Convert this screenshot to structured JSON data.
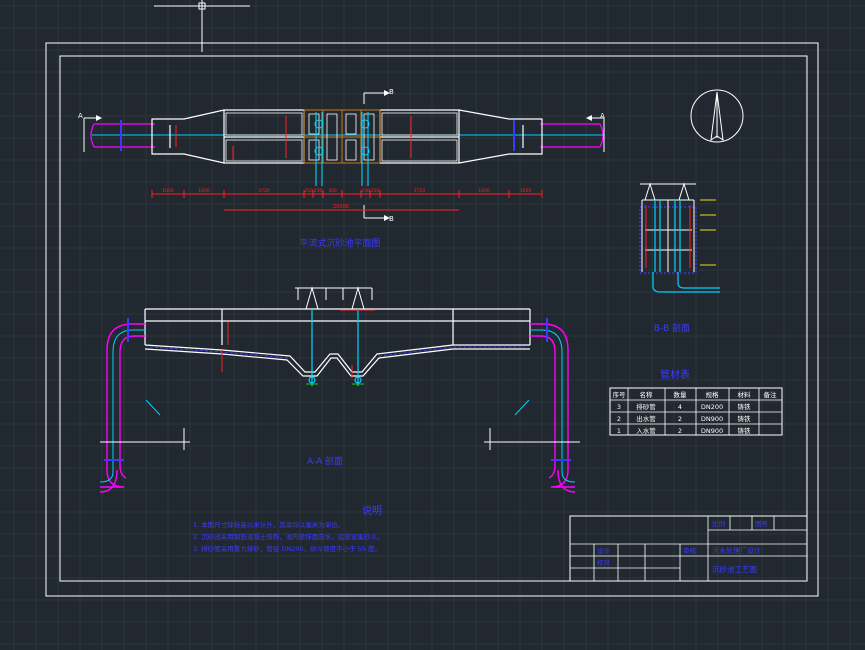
{
  "drawing": {
    "plan_title": "平流式沉砂池平面图",
    "section_aa_title": "A-A 剖面",
    "section_bb_title": "B-B 剖面",
    "section_mark_a": "A",
    "section_mark_b": "B"
  },
  "plan_dims": [
    "1000",
    "1000",
    "3720",
    "250",
    "250",
    "300",
    "250",
    "250",
    "3720",
    "1000",
    "1000"
  ],
  "plan_total": "20000",
  "bom": {
    "title": "管材表",
    "headers": [
      "序号",
      "名称",
      "数量",
      "规格",
      "材料",
      "备注"
    ],
    "rows": [
      [
        "3",
        "排砂管",
        "4",
        "DN200",
        "铸铁",
        ""
      ],
      [
        "2",
        "出水管",
        "2",
        "DN900",
        "铸铁",
        ""
      ],
      [
        "1",
        "入水管",
        "2",
        "DN900",
        "铸铁",
        ""
      ]
    ]
  },
  "notes": {
    "title": "说明",
    "lines": [
      "1. 本图尺寸除标高以米计外，其余均以毫米为单位。",
      "2. 沉砂池采用钢筋混凝土结构，池内壁抹面防水，底部设集砂斗。",
      "3. 排砂管采用重力排砂，管径 DN200，砂斗坡度不小于 55 度。"
    ]
  },
  "title_block": {
    "project": "污水处理厂设计",
    "drawing_name": "沉砂池工艺图",
    "cells": [
      "设计",
      "校对",
      "审核",
      "比例",
      "图号"
    ]
  },
  "colors": {
    "bg": "#212830",
    "frame": "#ffffff",
    "cyan": "#00d2ff",
    "magenta": "#ff00ff",
    "red": "#ff2020",
    "blue": "#3b3bff",
    "yellow": "#e6e600",
    "green": "#22cc22",
    "orange": "#c87a1e",
    "gray": "#9a9a9a"
  }
}
